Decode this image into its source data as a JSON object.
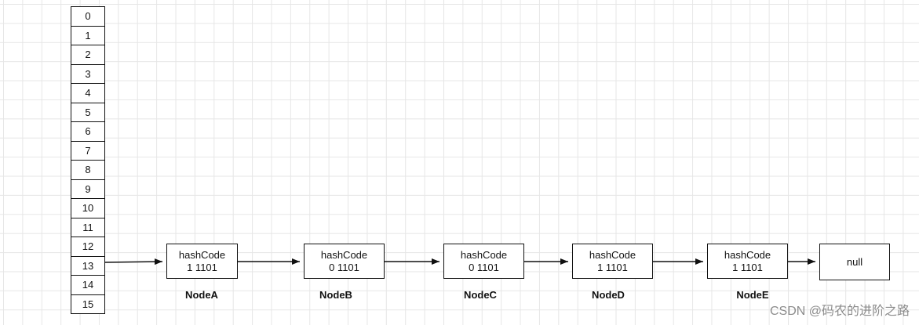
{
  "array": {
    "indices": [
      "0",
      "1",
      "2",
      "3",
      "4",
      "5",
      "6",
      "7",
      "8",
      "9",
      "10",
      "11",
      "12",
      "13",
      "14",
      "15"
    ],
    "highlighted_index": "13"
  },
  "nodes": [
    {
      "label": "NodeA",
      "field": "hashCode",
      "value": "1 1101"
    },
    {
      "label": "NodeB",
      "field": "hashCode",
      "value": "0 1101"
    },
    {
      "label": "NodeC",
      "field": "hashCode",
      "value": "0 1101"
    },
    {
      "label": "NodeD",
      "field": "hashCode",
      "value": "1 1101"
    },
    {
      "label": "NodeE",
      "field": "hashCode",
      "value": "1 1101"
    }
  ],
  "terminal": "null",
  "watermark": "CSDN @码农的进阶之路"
}
